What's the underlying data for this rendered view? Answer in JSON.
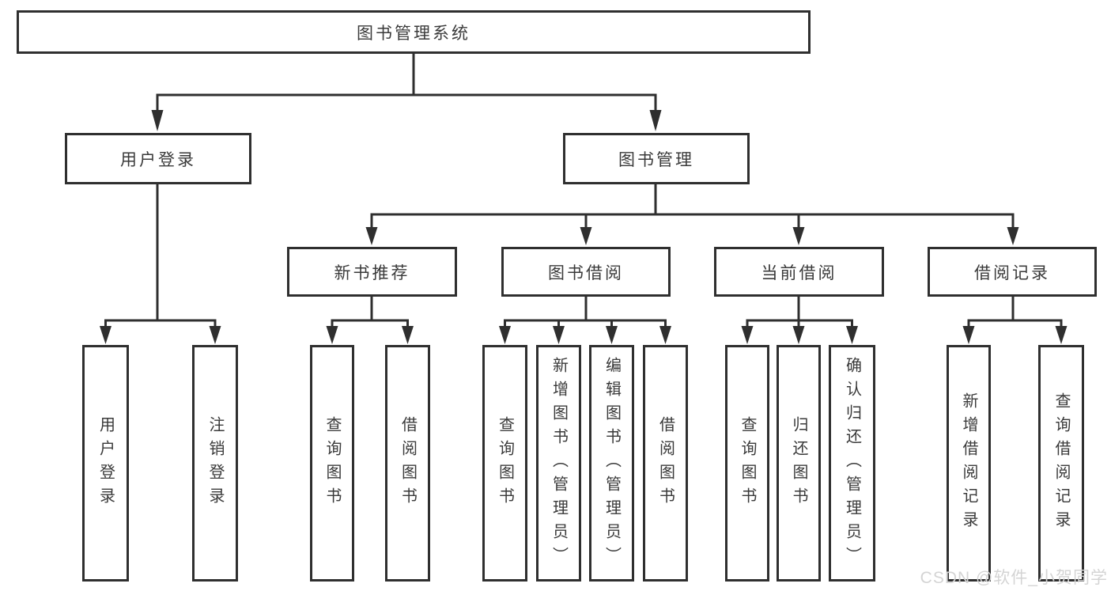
{
  "diagram": {
    "type": "hierarchy-tree",
    "root": {
      "label": "图书管理系统"
    },
    "level2": [
      {
        "id": "user-login",
        "label": "用户登录"
      },
      {
        "id": "book-management",
        "label": "图书管理"
      }
    ],
    "level3": [
      {
        "id": "new-book-recommend",
        "label": "新书推荐",
        "parent": "图书管理"
      },
      {
        "id": "book-borrowing",
        "label": "图书借阅",
        "parent": "图书管理"
      },
      {
        "id": "current-borrowing",
        "label": "当前借阅",
        "parent": "图书管理"
      },
      {
        "id": "borrowing-records",
        "label": "借阅记录",
        "parent": "图书管理"
      }
    ],
    "leaves": [
      {
        "id": "leaf-user-login",
        "label": "用户登录",
        "parent": "用户登录"
      },
      {
        "id": "leaf-logout",
        "label": "注销登录",
        "parent": "用户登录"
      },
      {
        "id": "leaf-query-books-1",
        "label": "查询图书",
        "parent": "新书推荐"
      },
      {
        "id": "leaf-borrow-books-1",
        "label": "借阅图书",
        "parent": "新书推荐"
      },
      {
        "id": "leaf-query-books-2",
        "label": "查询图书",
        "parent": "图书借阅"
      },
      {
        "id": "leaf-add-books-admin",
        "label": "新增图书（管理员）",
        "parent": "图书借阅"
      },
      {
        "id": "leaf-edit-books-admin",
        "label": "编辑图书（管理员）",
        "parent": "图书借阅"
      },
      {
        "id": "leaf-borrow-books-2",
        "label": "借阅图书",
        "parent": "图书借阅"
      },
      {
        "id": "leaf-query-books-3",
        "label": "查询图书",
        "parent": "当前借阅"
      },
      {
        "id": "leaf-return-books",
        "label": "归还图书",
        "parent": "当前借阅"
      },
      {
        "id": "leaf-confirm-return-admin",
        "label": "确认归还（管理员）",
        "parent": "当前借阅"
      },
      {
        "id": "leaf-add-borrow-record",
        "label": "新增借阅记录",
        "parent": "借阅记录"
      },
      {
        "id": "leaf-query-borrow-record",
        "label": "查询借阅记录",
        "parent": "借阅记录"
      }
    ]
  },
  "watermark": {
    "text": "CSDN @软件_小贺同学"
  },
  "colors": {
    "line": "#2f2f2f",
    "border": "#2f2f2f",
    "text": "#3a3a3a",
    "background": "#ffffff",
    "watermark": "#d4d4d4"
  }
}
